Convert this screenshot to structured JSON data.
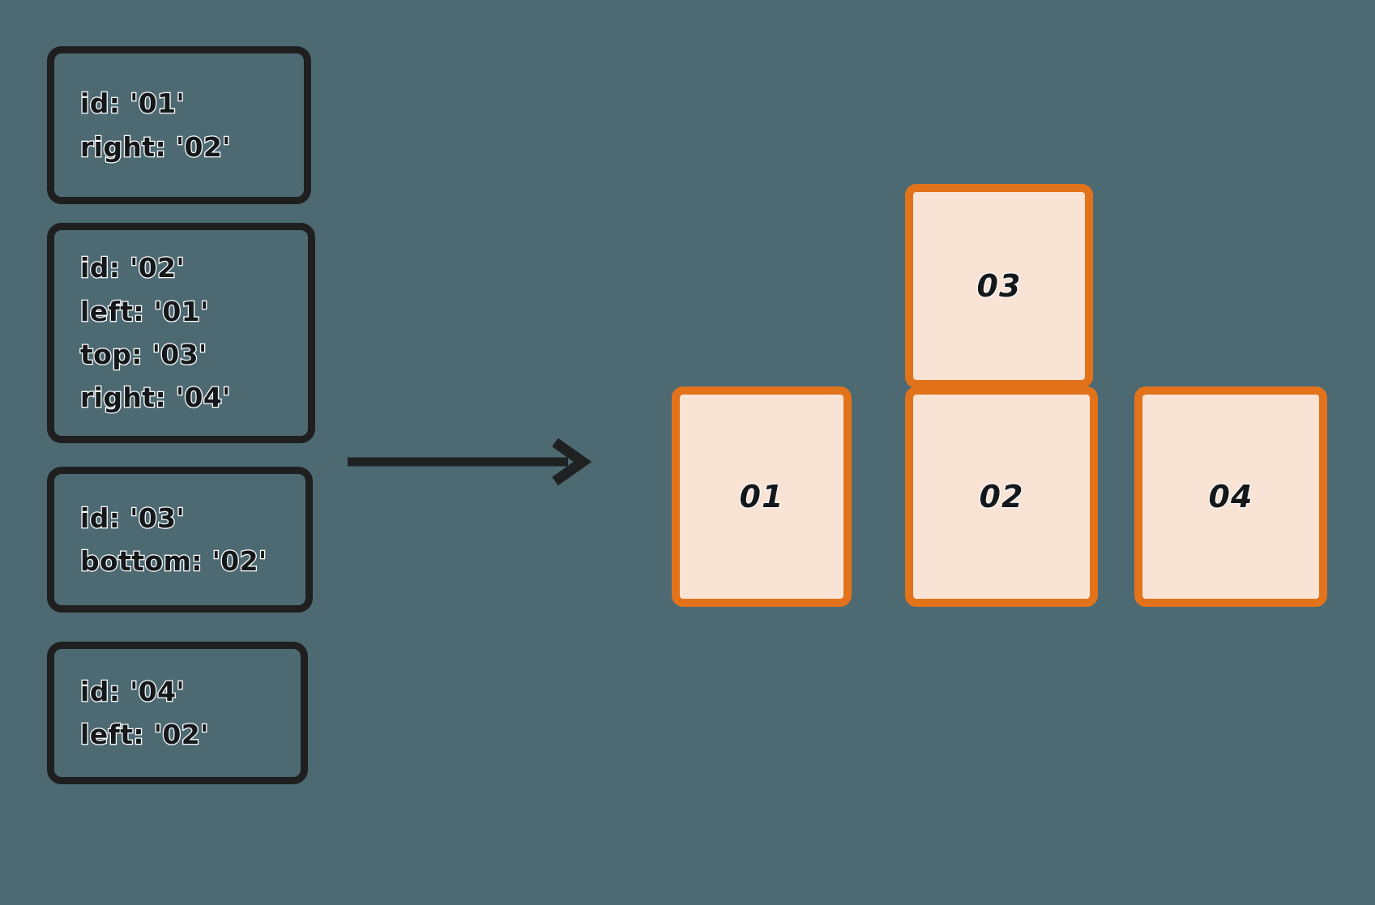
{
  "colors": {
    "background": "#4d6a73",
    "spec_box_border": "#1f1f1f",
    "spec_text": "#15181a",
    "text_outline": "#ffffff",
    "tile_fill": "#f8e3d4",
    "tile_border": "#e3731b",
    "arrow": "#1f2123"
  },
  "spec_boxes": [
    {
      "name": "spec-box-01",
      "lines": [
        "id: '01'",
        "right: '02'"
      ]
    },
    {
      "name": "spec-box-02",
      "lines": [
        "id: '02'",
        "left: '01'",
        "top: '03'",
        "right: '04'"
      ]
    },
    {
      "name": "spec-box-03",
      "lines": [
        "id: '03'",
        "bottom: '02'"
      ]
    },
    {
      "name": "spec-box-04",
      "lines": [
        "id: '04'",
        "left: '02'"
      ]
    }
  ],
  "arrow": {
    "name": "transform-arrow",
    "direction": "right"
  },
  "tiles": [
    {
      "name": "tile-03",
      "label": "03"
    },
    {
      "name": "tile-01",
      "label": "01"
    },
    {
      "name": "tile-02",
      "label": "02"
    },
    {
      "name": "tile-04",
      "label": "04"
    }
  ]
}
